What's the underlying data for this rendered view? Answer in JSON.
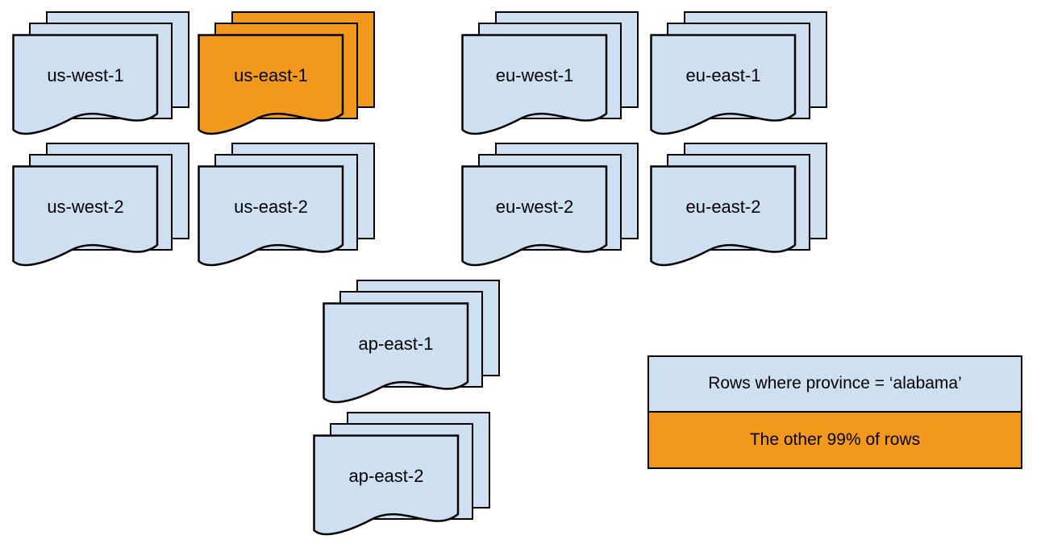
{
  "colors": {
    "blue": "#cfdff2",
    "orange": "#f2981d",
    "stroke": "#000000"
  },
  "stacks": [
    {
      "label": "us-west-1",
      "highlight": false
    },
    {
      "label": "us-east-1",
      "highlight": true
    },
    {
      "label": "eu-west-1",
      "highlight": false
    },
    {
      "label": "eu-east-1",
      "highlight": false
    },
    {
      "label": "us-west-2",
      "highlight": false
    },
    {
      "label": "us-east-2",
      "highlight": false
    },
    {
      "label": "eu-west-2",
      "highlight": false
    },
    {
      "label": "eu-east-2",
      "highlight": false
    },
    {
      "label": "ap-east-1",
      "highlight": false
    },
    {
      "label": "ap-east-2",
      "highlight": false
    }
  ],
  "legend": {
    "items": [
      {
        "label": "Rows where province = ‘alabama’",
        "color": "blue"
      },
      {
        "label": "The other 99% of rows",
        "color": "orange"
      }
    ]
  }
}
